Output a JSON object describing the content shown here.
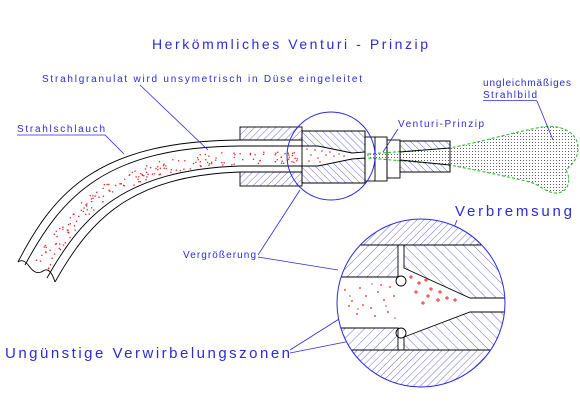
{
  "title": "Herkömmliches Venturi - Prinzip",
  "labels": {
    "granulate_note": "Strahlgranulat wird unsymetrisch in Düse eingeleitet",
    "hose": "Strahlschlauch",
    "venturi": "Venturi-Prinzip",
    "spray_pattern_line1": "ungleichmäßiges",
    "spray_pattern_line2": "Strahlbild",
    "braking": "Verbremsung",
    "magnification": "Vergrößerung",
    "turbulence_zones": "Ungünstige Verwirbelungszonen"
  },
  "colors": {
    "text": "#2b2bd9",
    "hatch": "#2b2bd9",
    "outline": "#000000",
    "granulate": "#e8262a",
    "spray_outline": "#2fbf2f",
    "spray_fill": "#3a3a3a"
  }
}
